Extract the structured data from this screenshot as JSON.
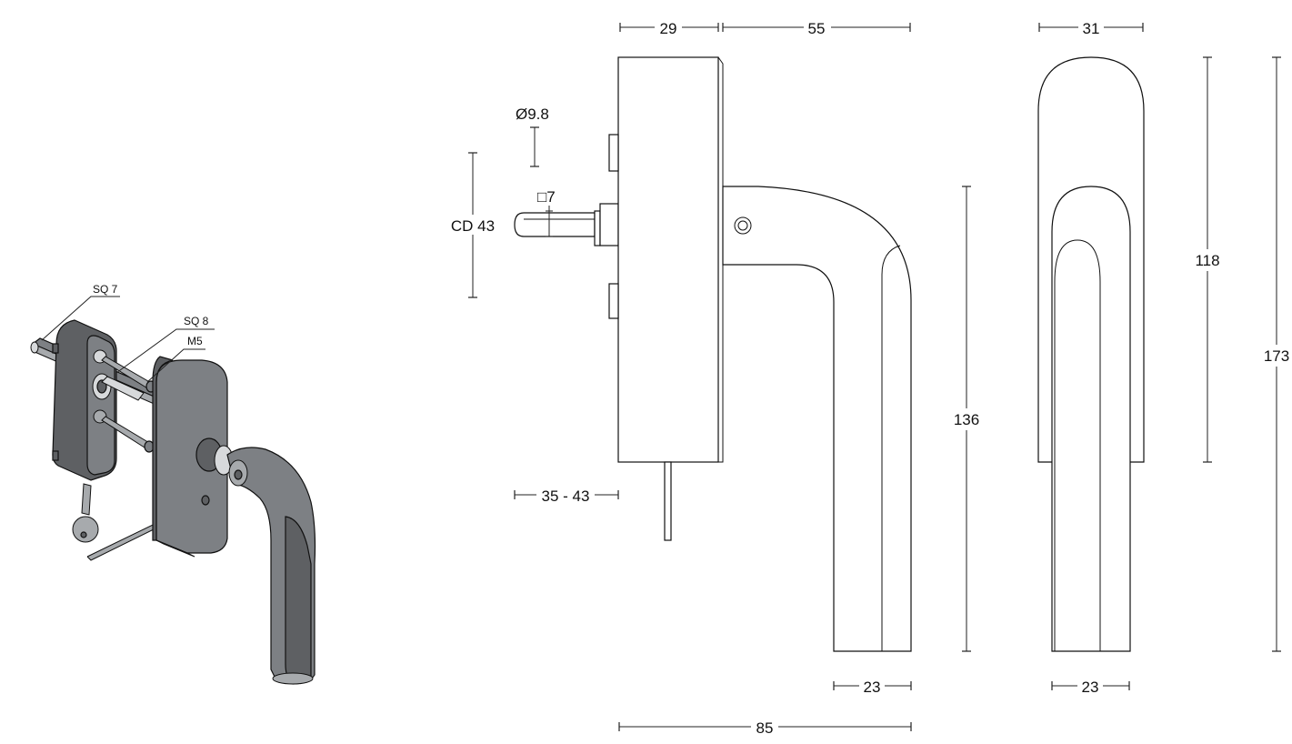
{
  "callouts": {
    "sq7": "SQ 7",
    "sq8": "SQ 8",
    "m5": "M5"
  },
  "dimensions": {
    "rose_width": "29",
    "handle_projection": "55",
    "front_width": "31",
    "rose_diameter": "Ø9.8",
    "spindle_square": "□7",
    "cd": "CD 43",
    "door_range": "35 - 43",
    "grip_width_side": "23",
    "grip_width_front": "23",
    "total_depth": "85",
    "handle_height": "136",
    "rose_height": "118",
    "total_height": "173"
  }
}
